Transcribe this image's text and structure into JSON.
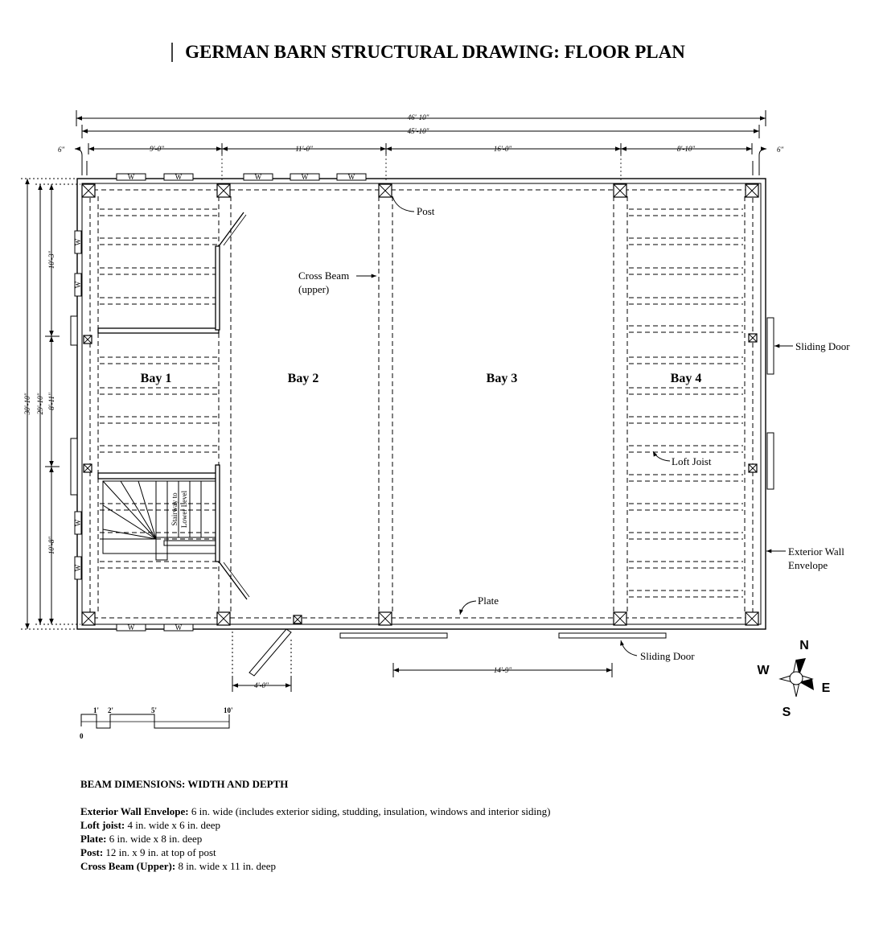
{
  "title": "GERMAN BARN STRUCTURAL DRAWING: FLOOR PLAN",
  "dimensions": {
    "overall_outer": "46'-10\"",
    "overall_inner": "45'-10\"",
    "offset_left": "6\"",
    "offset_right": "6\"",
    "bay1_width": "9'-0\"",
    "bay2_width": "11'-0\"",
    "bay3_width": "16'-0\"",
    "bay4_width": "8'-10\"",
    "depth_outer": "30'-10\"",
    "depth_inner": "29'-10\"",
    "side_top": "10'-3\"",
    "side_middle": "8'-11\"",
    "side_bottom": "10'-8\"",
    "door_opening": "4'-0\"",
    "sliding_door_span": "14'-9\""
  },
  "bays": [
    "Bay 1",
    "Bay 2",
    "Bay 3",
    "Bay 4"
  ],
  "labels": {
    "post": "Post",
    "cross_beam_line1": "Cross Beam",
    "cross_beam_line2": "(upper)",
    "sliding_door_east": "Sliding Door",
    "sliding_door_south": "Sliding Door",
    "loft_joist": "Loft Joist",
    "exterior_wall_line1": "Exterior Wall",
    "exterior_wall_line2": "Envelope",
    "plate": "Plate",
    "stairway_line1": "Stairway to",
    "stairway_line2": "Lower Level",
    "window": "W"
  },
  "compass": {
    "n": "N",
    "s": "S",
    "e": "E",
    "w": "W"
  },
  "scale": {
    "zero": "0",
    "one": "1'",
    "two": "2'",
    "five": "5'",
    "ten": "10'"
  },
  "notes": {
    "heading": "BEAM DIMENSIONS: WIDTH AND DEPTH",
    "rows": [
      {
        "term": "Exterior Wall Envelope:",
        "desc": " 6 in. wide (includes exterior siding, studding, insulation, windows and interior siding)"
      },
      {
        "term": "Loft joist:",
        "desc": " 4 in. wide x 6 in. deep"
      },
      {
        "term": "Plate:",
        "desc": " 6 in. wide x 8 in. deep"
      },
      {
        "term": "Post:",
        "desc": " 12 in. x 9 in. at top of post"
      },
      {
        "term": "Cross Beam (Upper):",
        "desc": " 8 in. wide x 11 in. deep"
      }
    ]
  }
}
